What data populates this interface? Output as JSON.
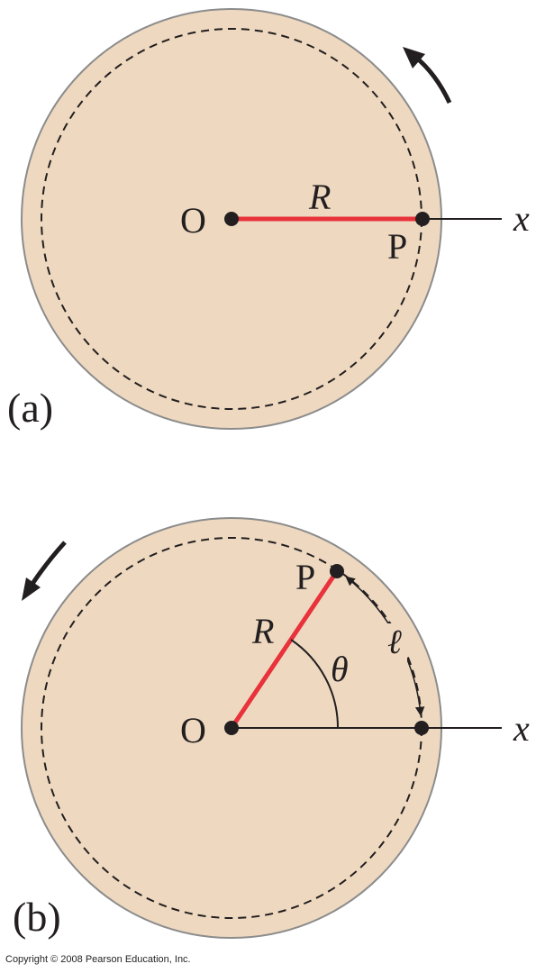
{
  "colors": {
    "disk_fill": "#eed9c0",
    "disk_edge": "#8c8c8c",
    "radius_line": "#e8323c",
    "ink": "#231f20"
  },
  "panel_a": {
    "label": "(a)",
    "center_label": "O",
    "radius_label": "R",
    "point_label": "P",
    "axis_label": "x",
    "rotation_arrow_icon": "counterclockwise-arrow-icon"
  },
  "panel_b": {
    "label": "(b)",
    "center_label": "O",
    "radius_label": "R",
    "point_label": "P",
    "axis_label": "x",
    "angle_label": "θ",
    "arc_length_label": "ℓ",
    "rotation_arrow_icon": "counterclockwise-arrow-icon"
  },
  "copyright": "Copyright © 2008 Pearson Education, Inc."
}
